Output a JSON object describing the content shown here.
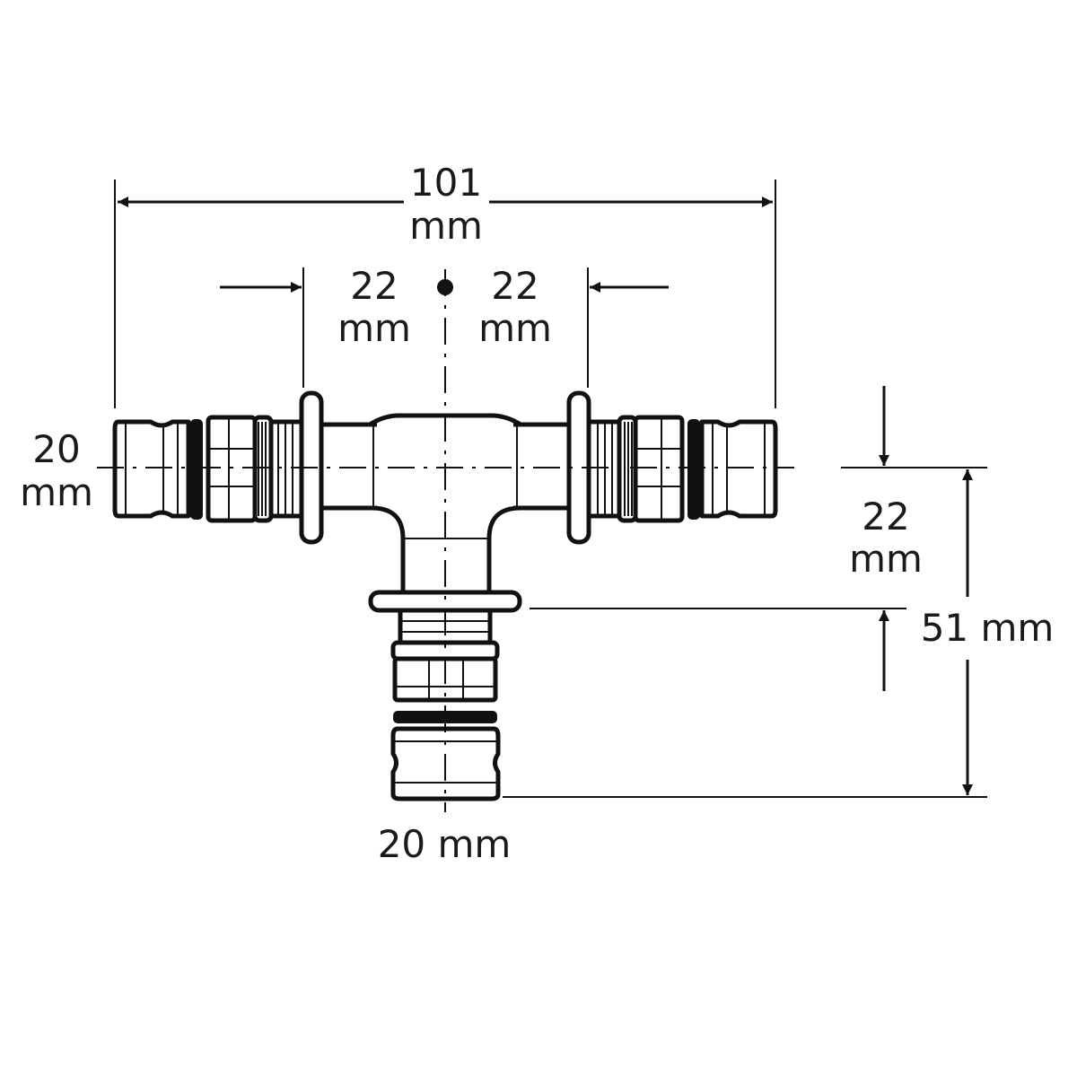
{
  "title": "Tee fitting dimension drawing",
  "dimensions": {
    "overall_length": {
      "value": "101",
      "unit": "mm"
    },
    "left_insertion": {
      "value": "22",
      "unit": "mm"
    },
    "right_insertion": {
      "value": "22",
      "unit": "mm"
    },
    "left_diameter": {
      "value": "20",
      "unit": "mm"
    },
    "branch_offset": {
      "value": "22",
      "unit": "mm"
    },
    "branch_height": {
      "label": "51 mm"
    },
    "branch_diameter": {
      "label": "20 mm"
    }
  }
}
